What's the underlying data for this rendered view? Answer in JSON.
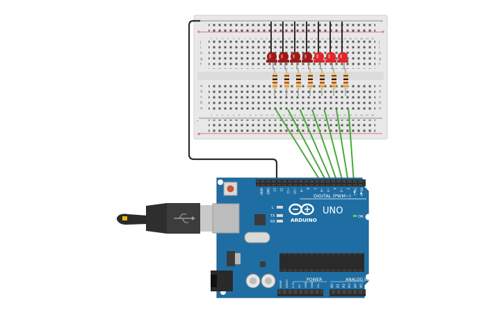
{
  "arduino": {
    "brand": "ARDUINO",
    "model": "UNO",
    "digital_label": "DIGITAL (PWM~)",
    "power_label": "POWER",
    "analog_label": "ANALOG IN",
    "on_label": "ON",
    "led_l_label": "L",
    "led_tx_label": "TX",
    "led_rx_label": "RX",
    "digital_pins": [
      "AREF",
      "GND",
      "13",
      "12",
      "~11",
      "~10",
      "~9",
      "8",
      "7",
      "~6",
      "~5",
      "4",
      "~3",
      "2",
      "TX▶1",
      "RX◀0"
    ],
    "power_pins": [
      "IOREF",
      "RESET",
      "3.3V",
      "5V",
      "GND",
      "GND",
      "Vin"
    ],
    "analog_pins": [
      "A0",
      "A1",
      "A2",
      "A3",
      "A4",
      "A5"
    ]
  },
  "breadboard": {
    "row_letters_top": [
      "j",
      "i",
      "h",
      "g",
      "f"
    ],
    "row_letters_bottom": [
      "e",
      "d",
      "c",
      "b",
      "a"
    ],
    "rail_plus": "+",
    "rail_minus": "-",
    "columns": [
      "1",
      "2",
      "3",
      "4",
      "5",
      "6",
      "7",
      "8",
      "9",
      "10",
      "11",
      "12",
      "13",
      "14",
      "15",
      "16",
      "17",
      "18",
      "19",
      "20",
      "21",
      "22",
      "23",
      "24",
      "25",
      "26",
      "27",
      "28",
      "29",
      "30"
    ]
  },
  "leds": {
    "count": 7,
    "colors": [
      "#9e1a1a",
      "#9e1a1a",
      "#9e1a1a",
      "#9e1a1a",
      "#e0262b",
      "#e0262b",
      "#e0262b"
    ]
  },
  "colors": {
    "board_blue": "#1f6ea3",
    "wire_green": "#47a83a",
    "wire_black": "#2b2b2b",
    "breadboard": "#e9e9e9"
  }
}
